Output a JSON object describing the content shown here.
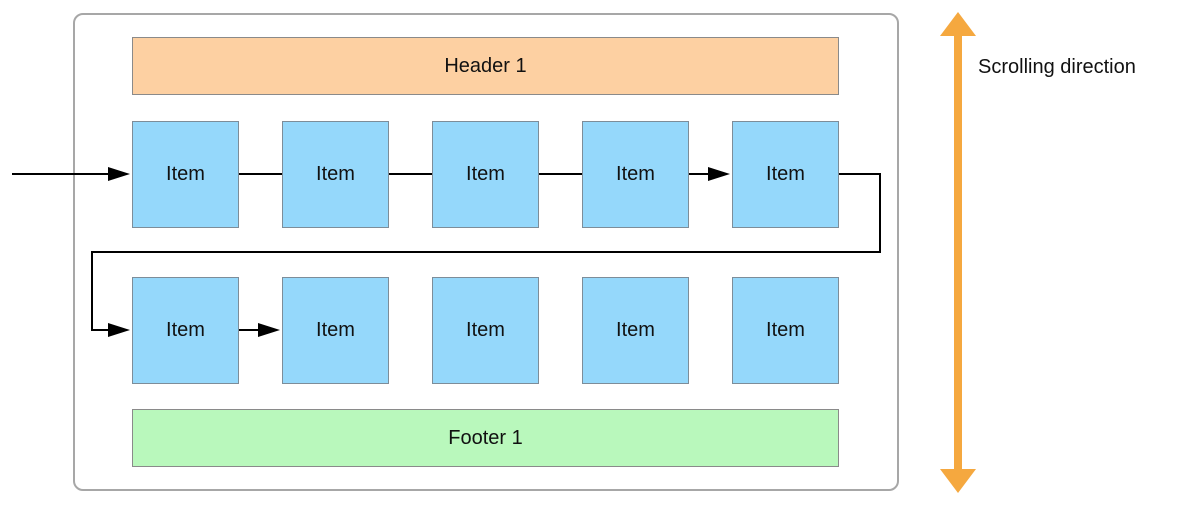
{
  "header": {
    "label": "Header 1"
  },
  "footer": {
    "label": "Footer 1"
  },
  "rows": [
    {
      "items": [
        "Item",
        "Item",
        "Item",
        "Item",
        "Item"
      ]
    },
    {
      "items": [
        "Item",
        "Item",
        "Item",
        "Item",
        "Item"
      ]
    }
  ],
  "scroll": {
    "label": "Scrolling direction"
  },
  "colors": {
    "header": "#fdd0a2",
    "footer": "#b9f8bc",
    "item": "#95d8fb",
    "scroll_arrow": "#f5a83f",
    "border": "#a7a7a7"
  }
}
